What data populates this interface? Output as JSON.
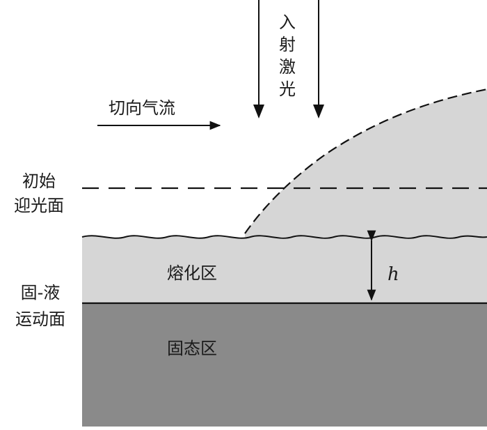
{
  "labels": {
    "incident_laser": [
      "入",
      "射",
      "激",
      "光"
    ],
    "tangential_gas_flow": "切向气流",
    "initial_front_line1": "初始",
    "initial_front_line2": "迎光面",
    "molten_zone": "熔化区",
    "solid_liquid_line1": "固-液",
    "solid_liquid_line2": "运动面",
    "thickness_symbol": "h",
    "solid_zone": "固态区"
  },
  "colors": {
    "molten_fill": "#d6d6d6",
    "solid_fill": "#8a8a8a",
    "ejected_fill": "#d6d6d6",
    "line": "#111111",
    "background": "#ffffff"
  }
}
